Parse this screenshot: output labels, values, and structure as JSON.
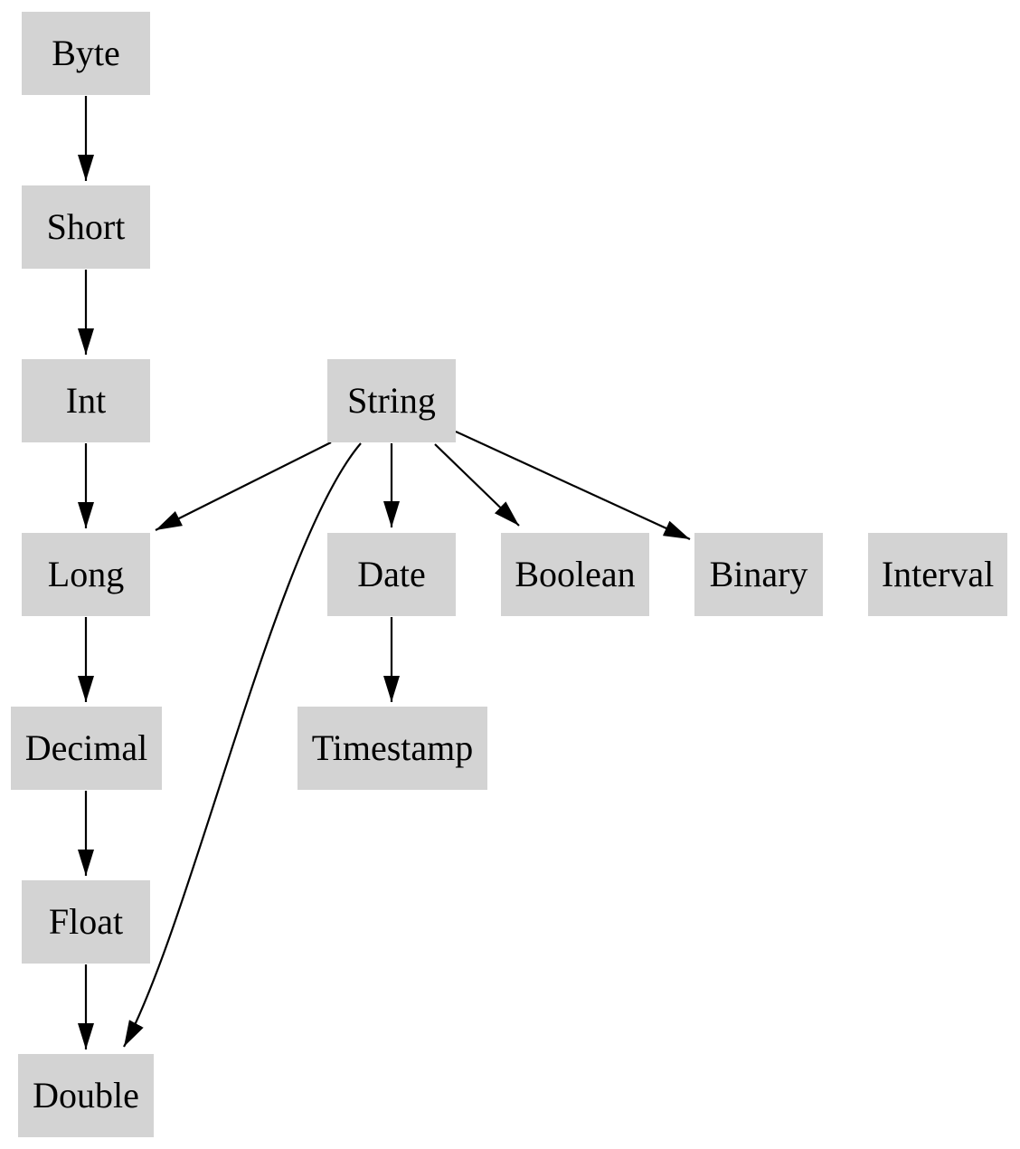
{
  "diagram": {
    "kind": "directed-graph",
    "colors": {
      "node_fill": "#d3d3d3",
      "edge": "#000000",
      "text": "#000000",
      "background": "#ffffff"
    },
    "nodes": [
      {
        "id": "byte",
        "label": "Byte"
      },
      {
        "id": "short",
        "label": "Short"
      },
      {
        "id": "int",
        "label": "Int"
      },
      {
        "id": "string",
        "label": "String"
      },
      {
        "id": "long",
        "label": "Long"
      },
      {
        "id": "date",
        "label": "Date"
      },
      {
        "id": "boolean",
        "label": "Boolean"
      },
      {
        "id": "binary",
        "label": "Binary"
      },
      {
        "id": "interval",
        "label": "Interval"
      },
      {
        "id": "decimal",
        "label": "Decimal"
      },
      {
        "id": "timestamp",
        "label": "Timestamp"
      },
      {
        "id": "float",
        "label": "Float"
      },
      {
        "id": "double",
        "label": "Double"
      }
    ],
    "edges": [
      {
        "from": "Byte",
        "to": "Short"
      },
      {
        "from": "Short",
        "to": "Int"
      },
      {
        "from": "Int",
        "to": "Long"
      },
      {
        "from": "Long",
        "to": "Decimal"
      },
      {
        "from": "Decimal",
        "to": "Float"
      },
      {
        "from": "Float",
        "to": "Double"
      },
      {
        "from": "String",
        "to": "Long"
      },
      {
        "from": "String",
        "to": "Date"
      },
      {
        "from": "String",
        "to": "Boolean"
      },
      {
        "from": "String",
        "to": "Binary"
      },
      {
        "from": "String",
        "to": "Double"
      },
      {
        "from": "Date",
        "to": "Timestamp"
      }
    ]
  }
}
